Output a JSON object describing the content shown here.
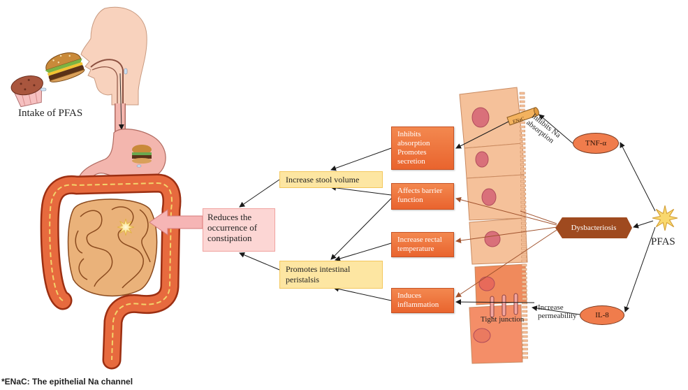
{
  "intake": {
    "label": "Intake of PFAS"
  },
  "outcome": {
    "label": "Reduces the occurrence of constipation"
  },
  "effects": {
    "stool_volume": "Increase stool volume",
    "peristalsis": "Promotes intestinal peristalsis"
  },
  "mechanisms": {
    "absorption": "Inhibits absorption Promotes secretion",
    "barrier": "Affects barrier function",
    "temperature": "Increase rectal temperature",
    "inflammation": "Induces inflammation"
  },
  "cells": {
    "enac_label": "ENaC",
    "tight_junction": "Tight junction"
  },
  "mediators": {
    "tnf": "TNF-α",
    "il8": "IL-8",
    "dysbacteriosis": "Dysbacteriosis",
    "pfas": "PFAS"
  },
  "edge_labels": {
    "inhibits_na": "Inhibits Na absorption",
    "permeability": "Increase permeability"
  },
  "footnote": "*ENaC: The epithelial Na channel",
  "icons": [
    "head-icon",
    "burger-icon",
    "muffin-icon",
    "stomach-icon",
    "large-intestine-icon",
    "small-intestine-icon",
    "star-icon",
    "epithelial-cells-icon",
    "enac-channel-icon"
  ],
  "colors": {
    "orange": "#ee7440",
    "yellow": "#fde6a2",
    "pink": "#fcd6d4",
    "brown": "#9f4a1f",
    "arrow": "#1a1a1a",
    "arrow_brown": "#a0522d"
  }
}
